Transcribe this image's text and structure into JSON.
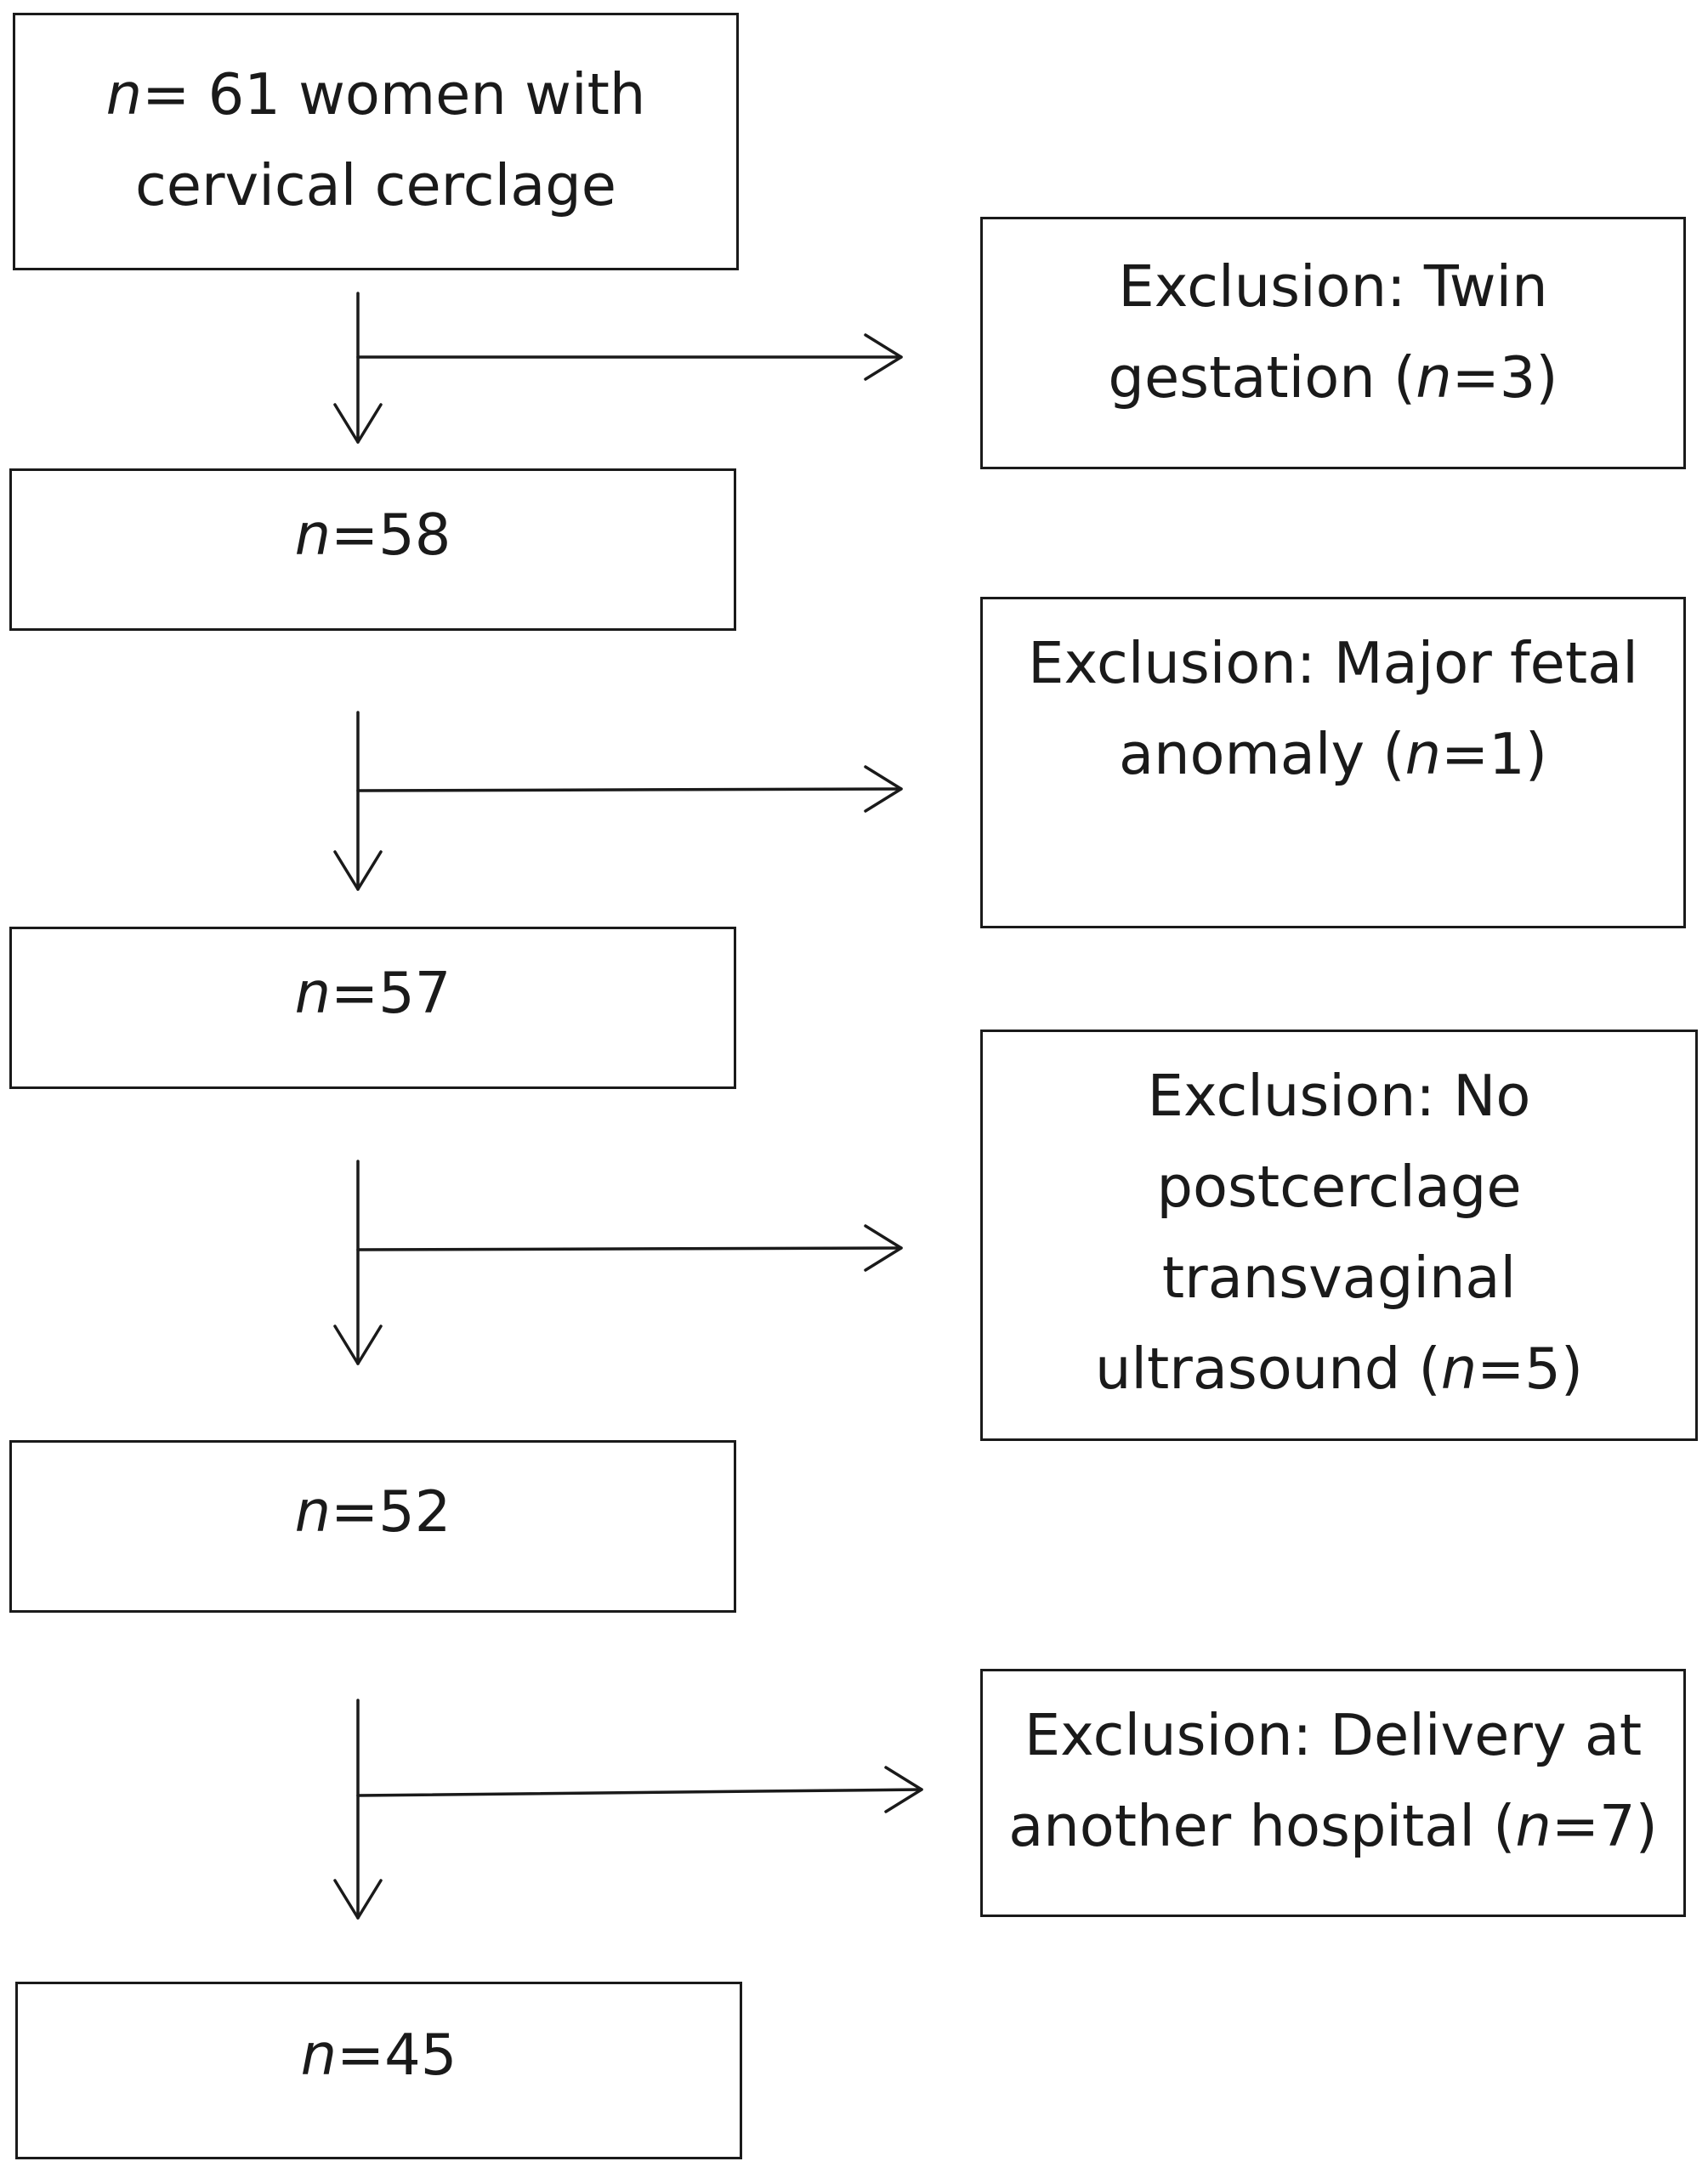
{
  "flow": {
    "start": {
      "italic": "n",
      "line1": "= 61 women with",
      "line2": "cervical cerclage"
    },
    "steps": [
      {
        "italic": "n",
        "text": "=58"
      },
      {
        "italic": "n",
        "text": "=57"
      },
      {
        "italic": "n",
        "text": "=52"
      },
      {
        "italic": "n",
        "text": "=45"
      }
    ],
    "exclusions": [
      {
        "line1": "Exclusion: Twin",
        "line2_before": "gestation (",
        "italic": "n",
        "line2_after": "=3)"
      },
      {
        "line1": "Exclusion: Major fetal",
        "line2_before": "anomaly (",
        "italic": "n",
        "line2_after": "=1)"
      },
      {
        "line1": "Exclusion: No",
        "line2": "postcerclage",
        "line3": "transvaginal",
        "line4_before": "ultrasound (",
        "italic": "n",
        "line4_after": "=5)"
      },
      {
        "line1": "Exclusion: Delivery at",
        "line2_before": "another hospital (",
        "italic": "n",
        "line2_after": "=7)"
      }
    ]
  }
}
